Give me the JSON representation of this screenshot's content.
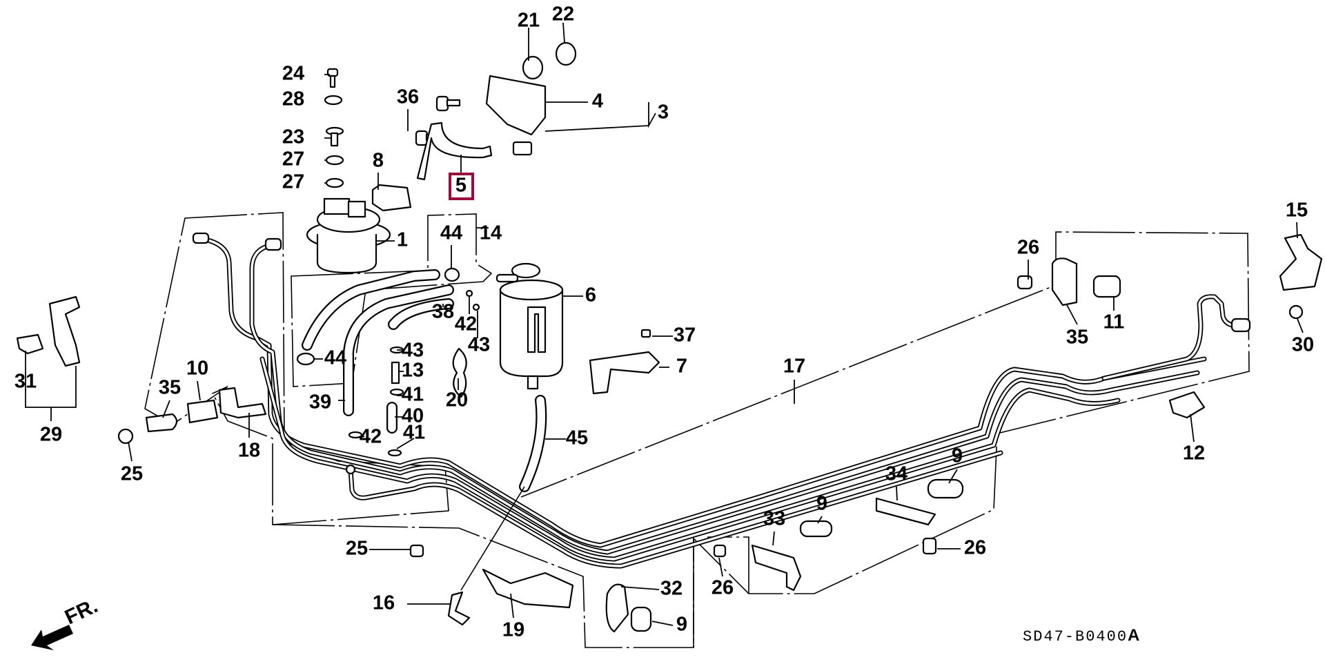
{
  "diagram": {
    "title": "Fuel Pipe / Fuel Filter Assembly Parts Diagram",
    "drawing_code": "SD47-B0400",
    "drawing_code_suffix": "A",
    "direction_label": "FR.",
    "highlight_color": "#9b0a3c",
    "highlighted_part": "5",
    "callouts": [
      {
        "id": "c21",
        "text": "21",
        "part": "21"
      },
      {
        "id": "c22",
        "text": "22",
        "part": "22"
      },
      {
        "id": "c24",
        "text": "24",
        "part": "24"
      },
      {
        "id": "c28",
        "text": "28",
        "part": "28"
      },
      {
        "id": "c23",
        "text": "23",
        "part": "23"
      },
      {
        "id": "c27a",
        "text": "27",
        "part": "27"
      },
      {
        "id": "c27b",
        "text": "27",
        "part": "27"
      },
      {
        "id": "c36",
        "text": "36",
        "part": "36"
      },
      {
        "id": "c8",
        "text": "8",
        "part": "8"
      },
      {
        "id": "c5",
        "text": "5",
        "part": "5",
        "highlighted": true
      },
      {
        "id": "c4",
        "text": "4",
        "part": "4"
      },
      {
        "id": "c3",
        "text": "3",
        "part": "3"
      },
      {
        "id": "c1",
        "text": "1",
        "part": "1"
      },
      {
        "id": "c14",
        "text": "14",
        "part": "14"
      },
      {
        "id": "c44a",
        "text": "44",
        "part": "44"
      },
      {
        "id": "c6",
        "text": "6",
        "part": "6"
      },
      {
        "id": "c44b",
        "text": "44",
        "part": "44"
      },
      {
        "id": "c42a",
        "text": "42",
        "part": "42"
      },
      {
        "id": "c43a",
        "text": "43",
        "part": "43"
      },
      {
        "id": "c38",
        "text": "38",
        "part": "38"
      },
      {
        "id": "c43b",
        "text": "43",
        "part": "43"
      },
      {
        "id": "c13",
        "text": "13",
        "part": "13"
      },
      {
        "id": "c41a",
        "text": "41",
        "part": "41"
      },
      {
        "id": "c40",
        "text": "40",
        "part": "40"
      },
      {
        "id": "c41b",
        "text": "41",
        "part": "41"
      },
      {
        "id": "c42b",
        "text": "42",
        "part": "42"
      },
      {
        "id": "c39",
        "text": "39",
        "part": "39"
      },
      {
        "id": "c20",
        "text": "20",
        "part": "20"
      },
      {
        "id": "c37",
        "text": "37",
        "part": "37"
      },
      {
        "id": "c7",
        "text": "7",
        "part": "7"
      },
      {
        "id": "c45",
        "text": "45",
        "part": "45"
      },
      {
        "id": "c17",
        "text": "17",
        "part": "17"
      },
      {
        "id": "c26a",
        "text": "26",
        "part": "26"
      },
      {
        "id": "c35a",
        "text": "35",
        "part": "35"
      },
      {
        "id": "c11",
        "text": "11",
        "part": "11"
      },
      {
        "id": "c15",
        "text": "15",
        "part": "15"
      },
      {
        "id": "c30",
        "text": "30",
        "part": "30"
      },
      {
        "id": "c12",
        "text": "12",
        "part": "12"
      },
      {
        "id": "c31",
        "text": "31",
        "part": "31"
      },
      {
        "id": "c29",
        "text": "29",
        "part": "29"
      },
      {
        "id": "c35b",
        "text": "35",
        "part": "35"
      },
      {
        "id": "c10",
        "text": "10",
        "part": "10"
      },
      {
        "id": "c25a",
        "text": "25",
        "part": "25"
      },
      {
        "id": "c18",
        "text": "18",
        "part": "18"
      },
      {
        "id": "c25b",
        "text": "25",
        "part": "25"
      },
      {
        "id": "c16",
        "text": "16",
        "part": "16"
      },
      {
        "id": "c19",
        "text": "19",
        "part": "19"
      },
      {
        "id": "c32",
        "text": "32",
        "part": "32"
      },
      {
        "id": "c9a",
        "text": "9",
        "part": "9"
      },
      {
        "id": "c26b",
        "text": "26",
        "part": "26"
      },
      {
        "id": "c33",
        "text": "33",
        "part": "33"
      },
      {
        "id": "c9b",
        "text": "9",
        "part": "9"
      },
      {
        "id": "c34",
        "text": "34",
        "part": "34"
      },
      {
        "id": "c9c",
        "text": "9",
        "part": "9"
      },
      {
        "id": "c26c",
        "text": "26",
        "part": "26"
      }
    ]
  }
}
